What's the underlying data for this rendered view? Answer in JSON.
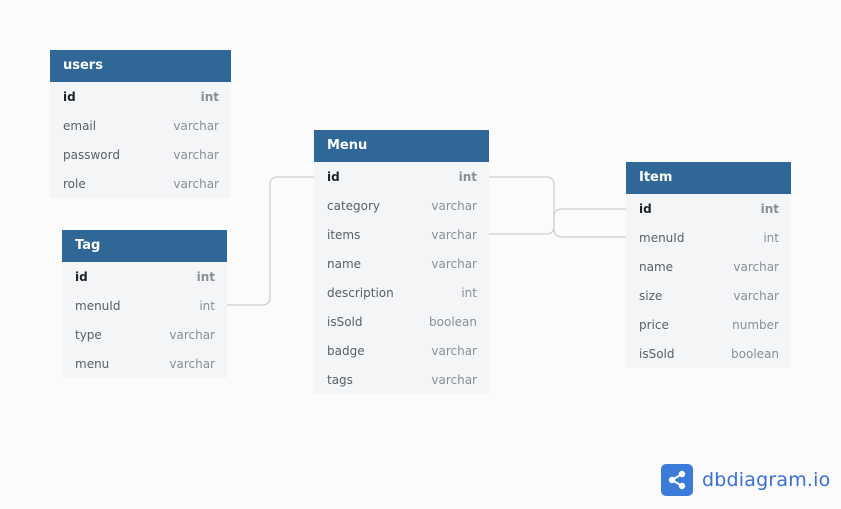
{
  "tables": {
    "users": {
      "name": "users",
      "columns": [
        {
          "name": "id",
          "type": "int"
        },
        {
          "name": "email",
          "type": "varchar"
        },
        {
          "name": "password",
          "type": "varchar"
        },
        {
          "name": "role",
          "type": "varchar"
        }
      ]
    },
    "tag": {
      "name": "Tag",
      "columns": [
        {
          "name": "id",
          "type": "int"
        },
        {
          "name": "menuId",
          "type": "int"
        },
        {
          "name": "type",
          "type": "varchar"
        },
        {
          "name": "menu",
          "type": "varchar"
        }
      ]
    },
    "menu": {
      "name": "Menu",
      "columns": [
        {
          "name": "id",
          "type": "int"
        },
        {
          "name": "category",
          "type": "varchar"
        },
        {
          "name": "items",
          "type": "varchar"
        },
        {
          "name": "name",
          "type": "varchar"
        },
        {
          "name": "description",
          "type": "int"
        },
        {
          "name": "isSold",
          "type": "boolean"
        },
        {
          "name": "badge",
          "type": "varchar"
        },
        {
          "name": "tags",
          "type": "varchar"
        }
      ]
    },
    "item": {
      "name": "Item",
      "columns": [
        {
          "name": "id",
          "type": "int"
        },
        {
          "name": "menuId",
          "type": "int"
        },
        {
          "name": "name",
          "type": "varchar"
        },
        {
          "name": "size",
          "type": "varchar"
        },
        {
          "name": "price",
          "type": "number"
        },
        {
          "name": "isSold",
          "type": "boolean"
        }
      ]
    }
  },
  "relationships": [
    {
      "from": "Tag.menuId",
      "to": "Menu.id"
    },
    {
      "from": "Menu.id",
      "to": "Item.menuId"
    },
    {
      "from": "Menu.items",
      "to": "Item.id"
    }
  ],
  "brand": {
    "text": "dbdiagram.io",
    "icon": "share-nodes-icon"
  },
  "colors": {
    "header": "#2f6896",
    "table_body": "#f4f5f6",
    "connector": "#c9cdd3",
    "brand": "#3d7bd9"
  }
}
